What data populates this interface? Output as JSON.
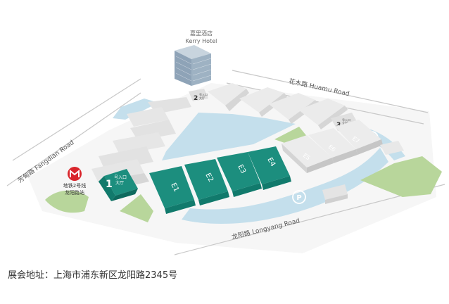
{
  "colors": {
    "water": "#c4dfec",
    "green": "#b8d69b",
    "hall_active": "#117a6c",
    "hall_active_top": "#1c8e7e",
    "hall_inactive_top": "#ececec",
    "hall_inactive_side": "#d4d4d4",
    "road_line": "#c8c8c8",
    "hotel": "#9eb2c3",
    "metro_red": "#d9252b"
  },
  "roads": {
    "north": "花木路  Huamu Road",
    "west": "芳甸路  Fangdian Road",
    "south": "龙阳路  Longyang Road"
  },
  "hotel": {
    "name_cn": "嘉里酒店",
    "name_en": "Kerry Hotel"
  },
  "metro": {
    "line1": "地铁2号线",
    "line2": "龙阳路站"
  },
  "entrances": [
    {
      "num": "1",
      "tag": "号入口",
      "sub": "大厅"
    },
    {
      "num": "2",
      "tag": "号入口",
      "sub": "大厅"
    },
    {
      "num": "3",
      "tag": "号入口",
      "sub": "大厅"
    }
  ],
  "halls": {
    "active": [
      "E1",
      "E2",
      "E3",
      "E4"
    ],
    "inactive": [
      "E5",
      "E6",
      "E7"
    ]
  },
  "parking": {
    "label": "P"
  },
  "address": "展会地址：上海市浦东新区龙阳路2345号"
}
